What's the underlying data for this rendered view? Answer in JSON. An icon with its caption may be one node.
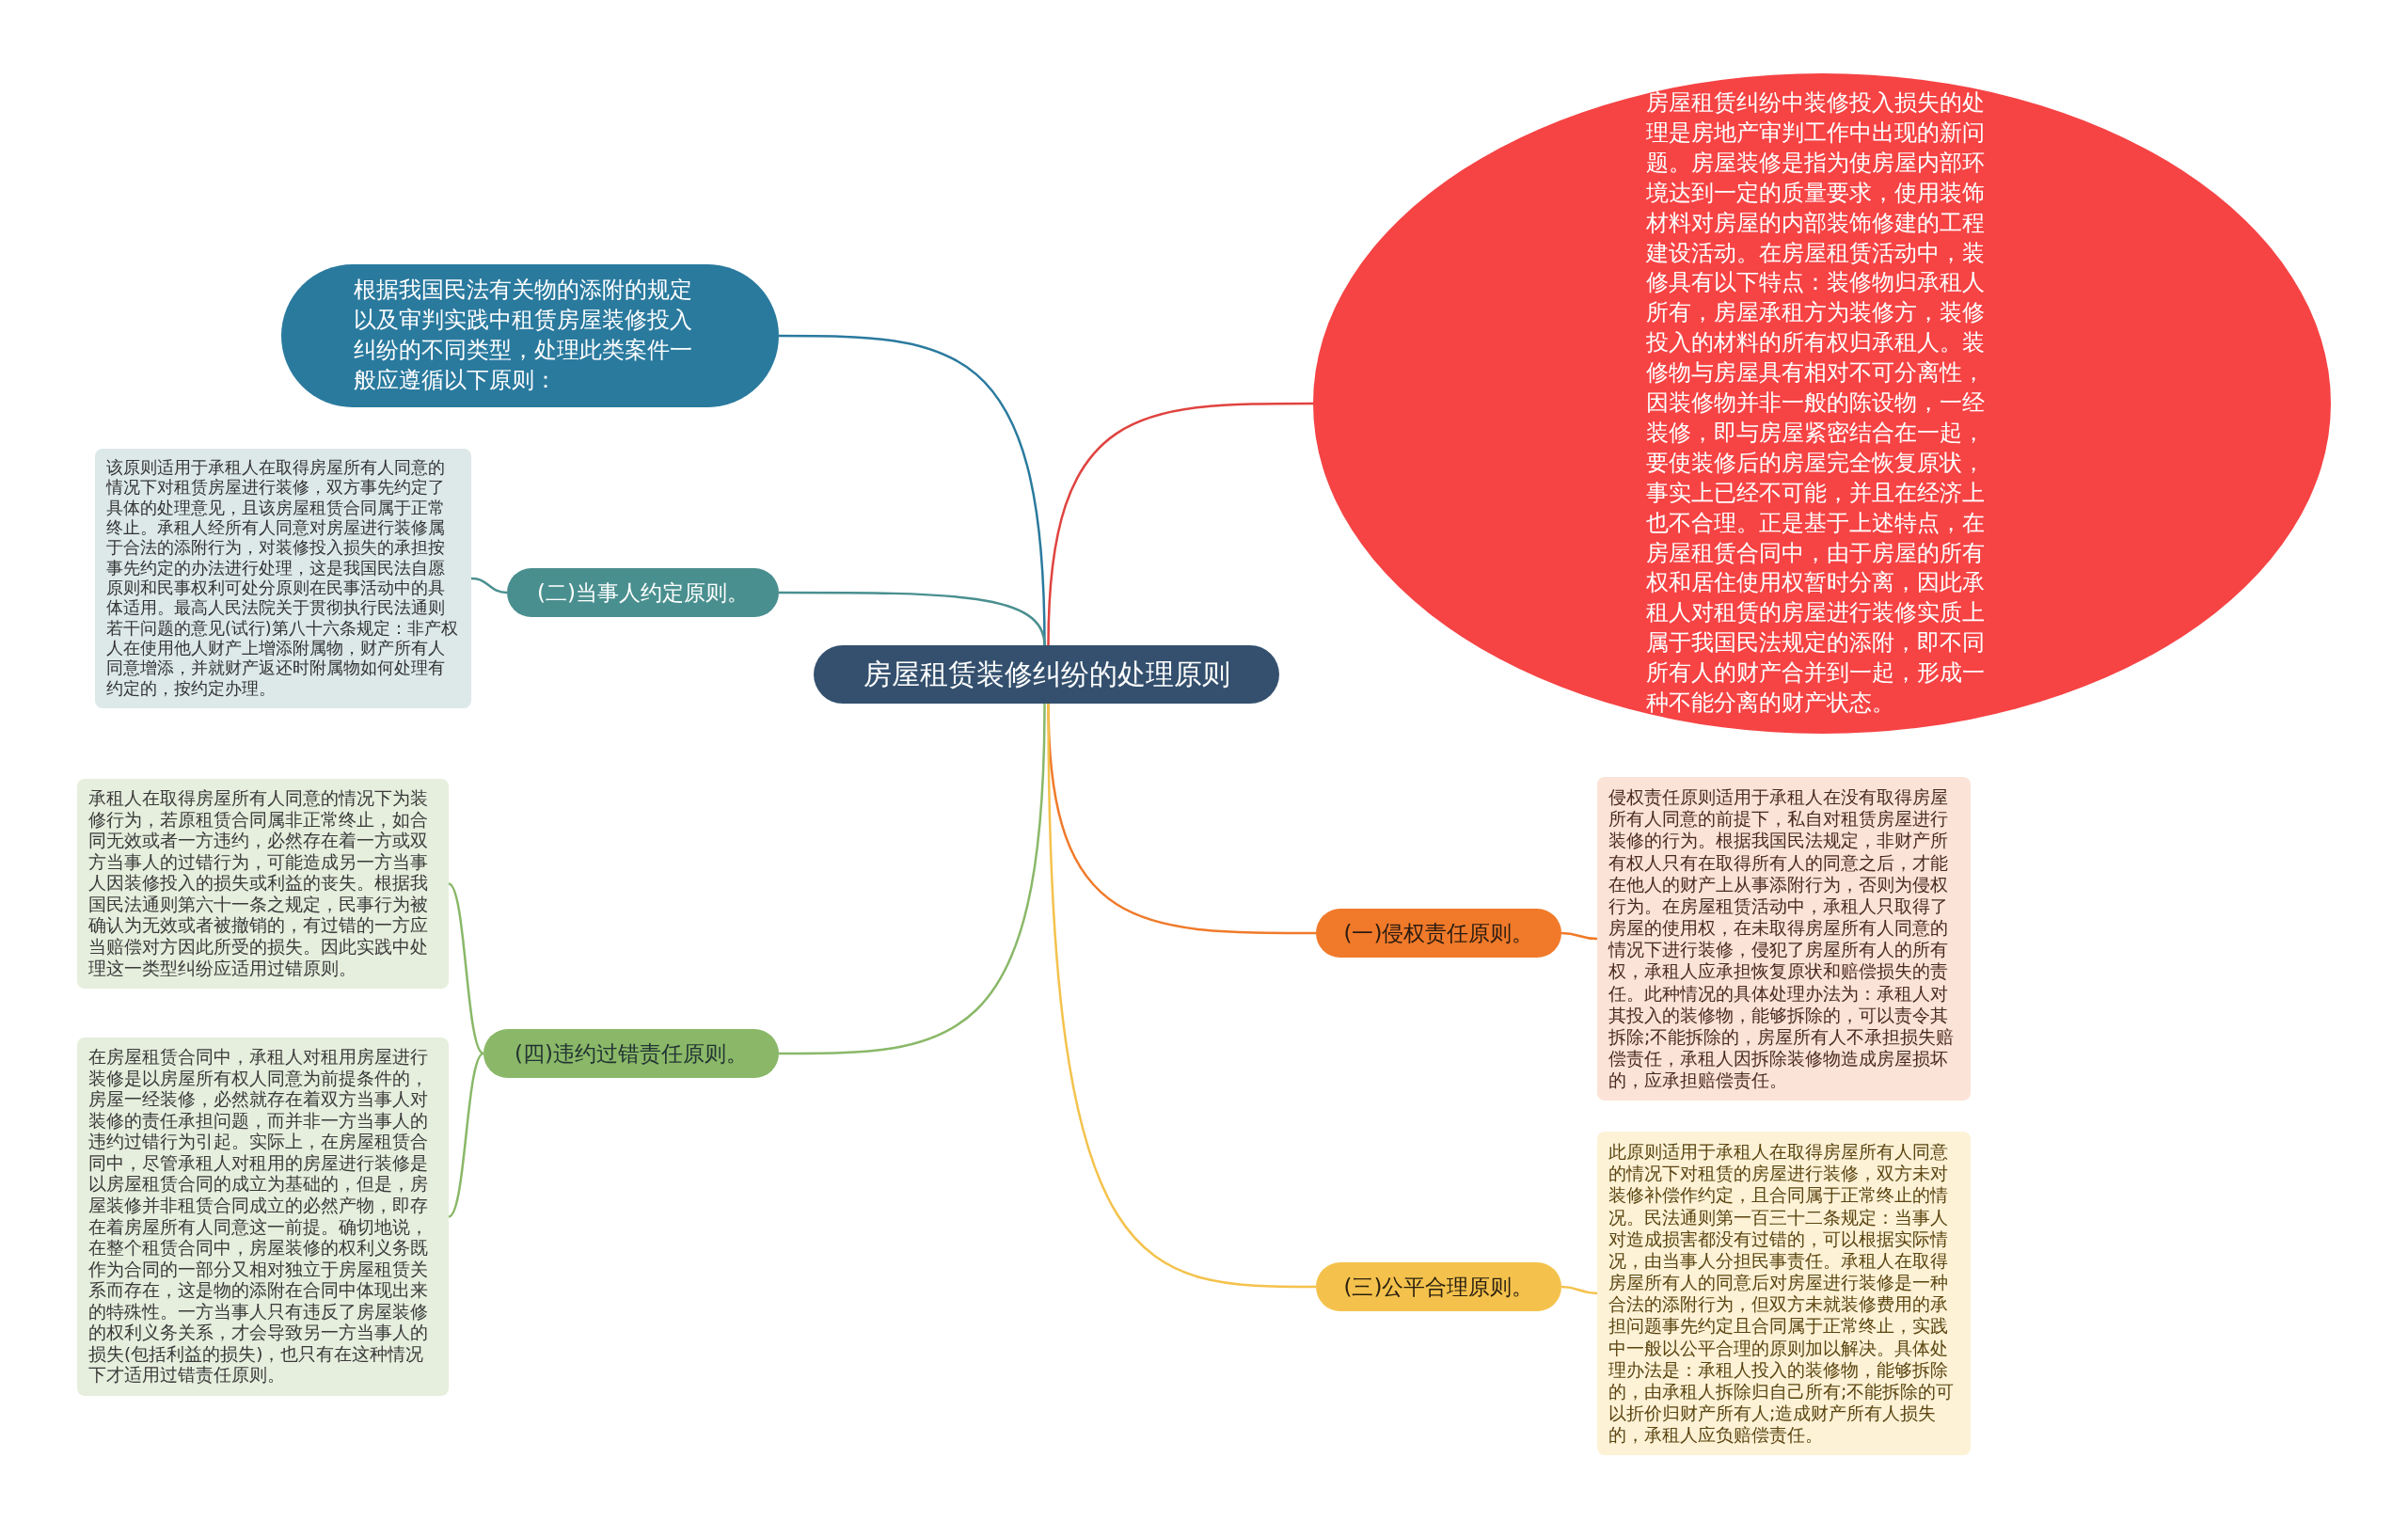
{
  "diagram": {
    "nodes": [
      {
        "text": [
          "房屋租赁装修纠纷的处理原则"
        ]
      },
      {
        "text": [
          "根据我国民法有关物的添附的规定以及审判实践中租赁房屋装修投入纠纷的不同类型，处理此类案件一般应遵循以下原则："
        ]
      },
      {
        "text": [
          "(二)当事人约定原则。"
        ]
      },
      {
        "text": [
          "该原则适用于承租人在取得房屋所有人同意的情况下对租赁房屋进行装修，双方事先约定了具体的处理意见，且该房屋租赁合同属于正常终止。承租人经所有人同意对房屋进行装修属于合法的添附行为，对装修投入损失的承担按事先约定的办法进行处理，这是我国民法自愿原则和民事权利可处分原则在民事活动中的具体适用。最高人民法院关于贯彻执行民法通则若干问题的意见(试行)第八十六条规定：非产权人在使用他人财产上增添附属物，财产所有人同意增添，并就财产返还时附属物如何处理有约定的，按约定办理。"
        ]
      },
      {
        "text": [
          "(四)违约过错责任原则。"
        ]
      },
      {
        "text": [
          "承租人在取得房屋所有人同意的情况下为装修行为，若原租赁合同属非正常终止，如合同无效或者一方违约，必然存在着一方或双方当事人的过错行为，可能造成另一方当事人因装修投入的损失或利益的丧失。根据我国民法通则第六十一条之规定，民事行为被确认为无效或者被撤销的，有过错的一方应当赔偿对方因此所受的损失。因此实践中处理这一类型纠纷应适用过错原则。"
        ]
      },
      {
        "text": [
          "在房屋租赁合同中，承租人对租用房屋进行装修是以房屋所有权人同意为前提条件的，房屋一经装修，必然就存在着双方当事人对装修的责任承担问题，而并非一方当事人的违约过错行为引起。实际上，在房屋租赁合同中，尽管承租人对租用的房屋进行装修是以房屋租赁合同的成立为基础的，但是，房屋装修并非租赁合同成立的必然产物，即存在着房屋所有人同意这一前提。确切地说，在整个租赁合同中，房屋装修的权利义务既作为合同的一部分又相对独立于房屋租赁关系而存在，这是物的添附在合同中体现出来的特殊性。一方当事人只有违反了房屋装修的权利义务关系，才会导致另一方当事人的损失(包括利益的损失)，也只有在这种情况下才适用过错责任原则。"
        ]
      },
      {
        "text": [
          "房屋租赁纠纷中装修投入损失的处理是房地产审判工作中出现的新问题。房屋装修是指为使房屋内部环境达到一定的质量要求，使用装饰材料对房屋的内部装饰修建的工程建设活动。在房屋租赁活动中，装修具有以下特点：装修物归承租人所有，房屋承租方为装修方，装修投入的材料的所有权归承租人。装修物与房屋具有相对不可分离性，因装修物并非一般的陈设物，一经装修，即与房屋紧密结合在一起，要使装修后的房屋完全恢复原状，事实上已经不可能，并且在经济上也不合理。正是基于上述特点，在房屋租赁合同中，由于房屋的所有权和居住使用权暂时分离，因此承租人对租赁的房屋进行装修实质上属于我国民法规定的添附，即不同所有人的财产合并到一起，形成一种不能分离的财产状态。"
        ]
      },
      {
        "text": [
          "(一)侵权责任原则。"
        ]
      },
      {
        "text": [
          "侵权责任原则适用于承租人在没有取得房屋所有人同意的前提下，私自对租赁房屋进行装修的行为。根据我国民法规定，非财产所有权人只有在取得所有人的同意之后，才能在他人的财产上从事添附行为，否则为侵权行为。在房屋租赁活动中，承租人只取得了房屋的使用权，在未取得房屋所有人同意的情况下进行装修，侵犯了房屋所有人的所有权，承租人应承担恢复原状和赔偿损失的责任。此种情况的具体处理办法为：承租人对其投入的装修物，能够拆除的，可以责令其拆除;不能拆除的，房屋所有人不承担损失赔偿责任，承租人因拆除装修物造成房屋损坏的，应承担赔偿责任。"
        ]
      },
      {
        "text": [
          "(三)公平合理原则。"
        ]
      },
      {
        "text": [
          "此原则适用于承租人在取得房屋所有人同意的情况下对租赁的房屋进行装修，双方未对装修补偿作约定，且合同属于正常终止的情况。民法通则第一百三十二条规定：当事人对造成损害都没有过错的，可以根据实际情况，由当事人分担民事责任。承租人在取得房屋所有人的同意后对房屋进行装修是一种合法的添附行为，但双方未就装修费用的承担问题事先约定且合同属于正常终止，实践中一般以公平合理的原则加以解决。具体处理办法是：承租人投入的装修物，能够拆除的，由承租人拆除归自己所有;不能拆除的可以折价归财产所有人;造成财产所有人损失的，承租人应负赔偿责任。"
        ]
      }
    ],
    "edges": [
      {
        "from": 0,
        "to": 1,
        "arrow": "none",
        "color": "#2a7a9e"
      },
      {
        "from": 0,
        "to": 2,
        "arrow": "none",
        "color": "#4a8f8f"
      },
      {
        "from": 0,
        "to": 4,
        "arrow": "none",
        "color": "#8ab868"
      },
      {
        "from": 0,
        "to": 7,
        "arrow": "none",
        "color": "#e0433f"
      },
      {
        "from": 0,
        "to": 8,
        "arrow": "none",
        "color": "#f07a2a"
      },
      {
        "from": 0,
        "to": 10,
        "arrow": "none",
        "color": "#f4c24c"
      },
      {
        "from": 2,
        "to": 3,
        "arrow": "none",
        "color": "#4a8f8f"
      },
      {
        "from": 4,
        "to": 5,
        "arrow": "none",
        "color": "#8ab868"
      },
      {
        "from": 4,
        "to": 6,
        "arrow": "none",
        "color": "#8ab868"
      },
      {
        "from": 8,
        "to": 9,
        "arrow": "none",
        "color": "#f07a2a"
      },
      {
        "from": 10,
        "to": 11,
        "arrow": "none",
        "color": "#f4c24c"
      }
    ]
  }
}
